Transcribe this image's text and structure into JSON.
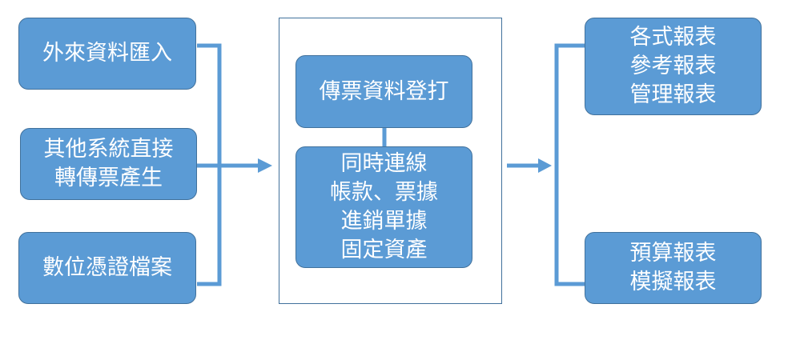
{
  "colors": {
    "box_fill": "#5b9bd5",
    "box_border": "#41719c",
    "connector": "#5b9bd5",
    "text": "#ffffff"
  },
  "inputs": [
    {
      "lines": [
        "外來資料匯入"
      ]
    },
    {
      "lines": [
        "其他系統直接",
        "轉傳票產生"
      ]
    },
    {
      "lines": [
        "數位憑證檔案"
      ]
    }
  ],
  "process": {
    "entry": {
      "lines": [
        "傳票資料登打"
      ]
    },
    "actions": {
      "lines": [
        "同時連線",
        "帳款、票據",
        "進銷單據",
        "固定資產"
      ]
    }
  },
  "outputs": [
    {
      "lines": [
        "各式報表",
        "參考報表",
        "管理報表"
      ]
    },
    {
      "lines": [
        "預算報表",
        "模擬報表"
      ]
    }
  ]
}
